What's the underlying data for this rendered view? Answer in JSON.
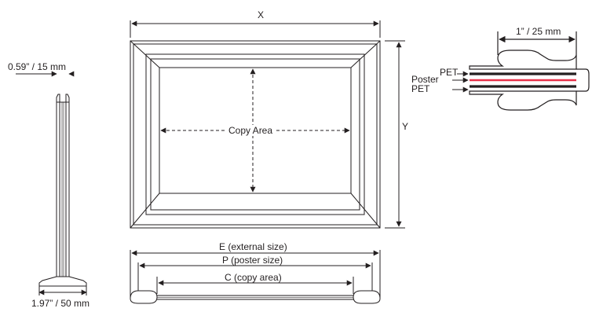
{
  "labels": {
    "frame_width": "X",
    "frame_height": "Y",
    "copy_area": "Copy Area",
    "profile_depth": "0.59” / 15 mm",
    "base_width": "1.97” / 50 mm",
    "external_size": "E (external size)",
    "poster_size": "P (poster size)",
    "copy_area_dim": "C (copy area)",
    "clip_width": "1” / 25 mm",
    "pet_top": "PET",
    "poster": "Poster",
    "pet_bottom": "PET"
  },
  "colors": {
    "line": "#231f20",
    "poster_stripe": "#e8324a"
  }
}
